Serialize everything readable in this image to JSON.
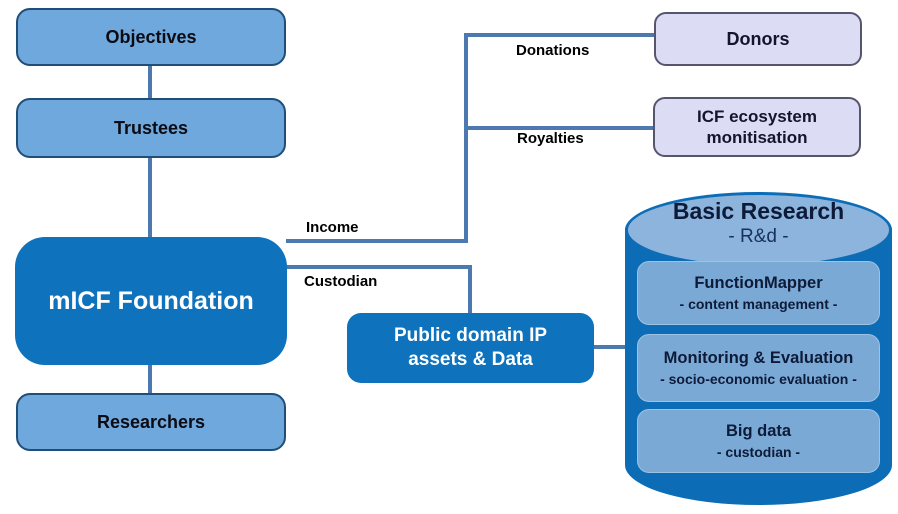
{
  "boxes": {
    "objectives": "Objectives",
    "trustees": "Trustees",
    "foundation": "mICF Foundation",
    "researchers": "Researchers",
    "donors": "Donors",
    "icf_ecosystem": "ICF ecosystem monitisation",
    "public_domain_line1": "Public domain IP",
    "public_domain_line2": "assets & Data"
  },
  "edge_labels": {
    "donations": "Donations",
    "royalties": "Royalties",
    "income": "Income",
    "custodian": "Custodian"
  },
  "cylinder": {
    "title": "Basic Research",
    "subtitle": "- R&d -",
    "items": [
      {
        "title": "FunctionMapper",
        "subtitle": "- content management -"
      },
      {
        "title": "Monitoring & Evaluation",
        "subtitle": "- socio-economic evaluation -"
      },
      {
        "title": "Big data",
        "subtitle": "- custodian -"
      }
    ]
  },
  "colors": {
    "light_blue_fill": "#6FA8DC",
    "light_blue_border": "#1F4E79",
    "dark_blue_fill": "#0E72BC",
    "lavender_fill": "#DCDCF5",
    "lavender_border": "#55556E",
    "connector_line": "#4C7AB0",
    "cylinder_body": "#0C6DB6",
    "cylinder_top_ellipse": "#8DB4DC",
    "inner_box_fill": "#7BA9D6",
    "dark_text": "#0D1B38"
  }
}
